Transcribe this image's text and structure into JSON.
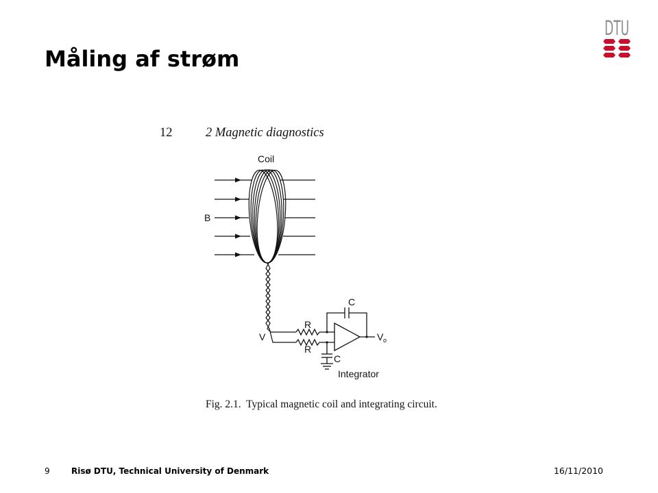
{
  "slide": {
    "title": "Måling af strøm"
  },
  "logo": {
    "wordmark": "DTU",
    "icon": "dtu-logo",
    "wordmark_color": "#8c8c8c",
    "symbol_color": "#c8102e"
  },
  "figure": {
    "page_number": "12",
    "running_head": "2 Magnetic diagnostics",
    "labels": {
      "coil": "Coil",
      "field": "B",
      "input_voltage": "V",
      "resistor_top": "R",
      "resistor_bottom": "R",
      "capacitor_feedback": "C",
      "capacitor_ground": "C",
      "output_voltage": "V",
      "output_subscript": "o",
      "integrator": "Integrator"
    },
    "caption": "Fig. 2.1.  Typical magnetic coil and integrating circuit."
  },
  "footer": {
    "page_number": "9",
    "organization": "Risø DTU, Technical University of Denmark",
    "date": "16/11/2010"
  }
}
